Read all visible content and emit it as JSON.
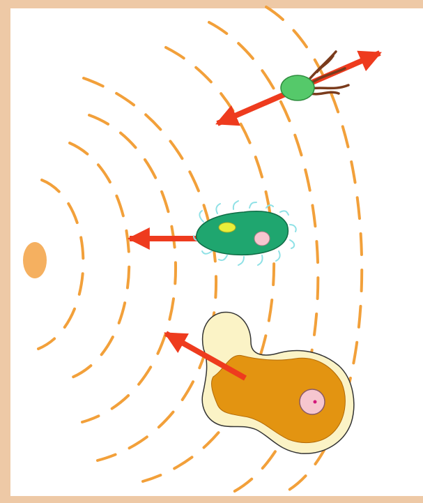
{
  "figure": {
    "subject": "chemotaxis",
    "colors": {
      "background_border": "#eec9a6",
      "canvas": "#ffffff",
      "wave": "#f2a03a",
      "source": "#f5b060",
      "arrow": "#ee3b1e",
      "bacterium_body": "#55c96a",
      "bacterium_flagella": "#7a3b1c",
      "protist_body": "#1fa66f",
      "protist_cilia": "#8fe1e6",
      "protist_eyespot": "#e9ef3a",
      "nucleus": "#f6c6cf",
      "amoeba_outer": "#fbf3c6",
      "amoeba_inner": "#e39411",
      "amoeba_nucleolus": "#d3197b"
    },
    "organisms": [
      "bacterium",
      "ciliated-protist",
      "amoeba"
    ]
  }
}
